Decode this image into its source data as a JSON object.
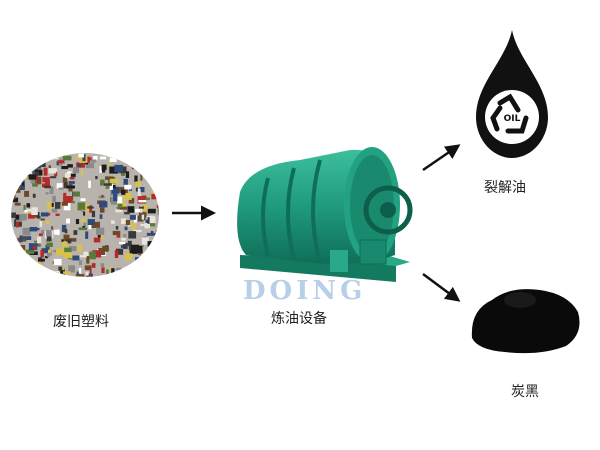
{
  "labels": {
    "waste_plastic": "废旧塑料",
    "refining_equipment": "炼油设备",
    "pyrolysis_oil": "裂解油",
    "carbon_black": "炭黑"
  },
  "watermark": "DOING",
  "oil_drop_text": "OIL",
  "icons": [
    "waste-plastic-pile",
    "pyrolysis-reactor",
    "oil-drop-recycle-icon",
    "carbon-black-pile",
    "arrow"
  ],
  "colors": {
    "machine": "#1f9a7c",
    "machine_dark": "#0f6e58",
    "drop": "#111111",
    "carbon": "#0a0a0a",
    "watermark": "#7fa9d8"
  }
}
